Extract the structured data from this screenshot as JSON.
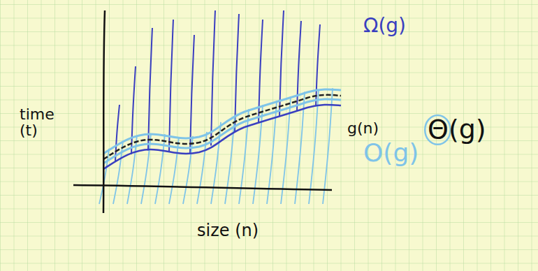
{
  "diagram": {
    "labels": [
      "Ω(g)",
      "g(n)",
      "Θ(g)",
      "O(g)",
      "time (t)",
      "size (n)"
    ]
  }
}
